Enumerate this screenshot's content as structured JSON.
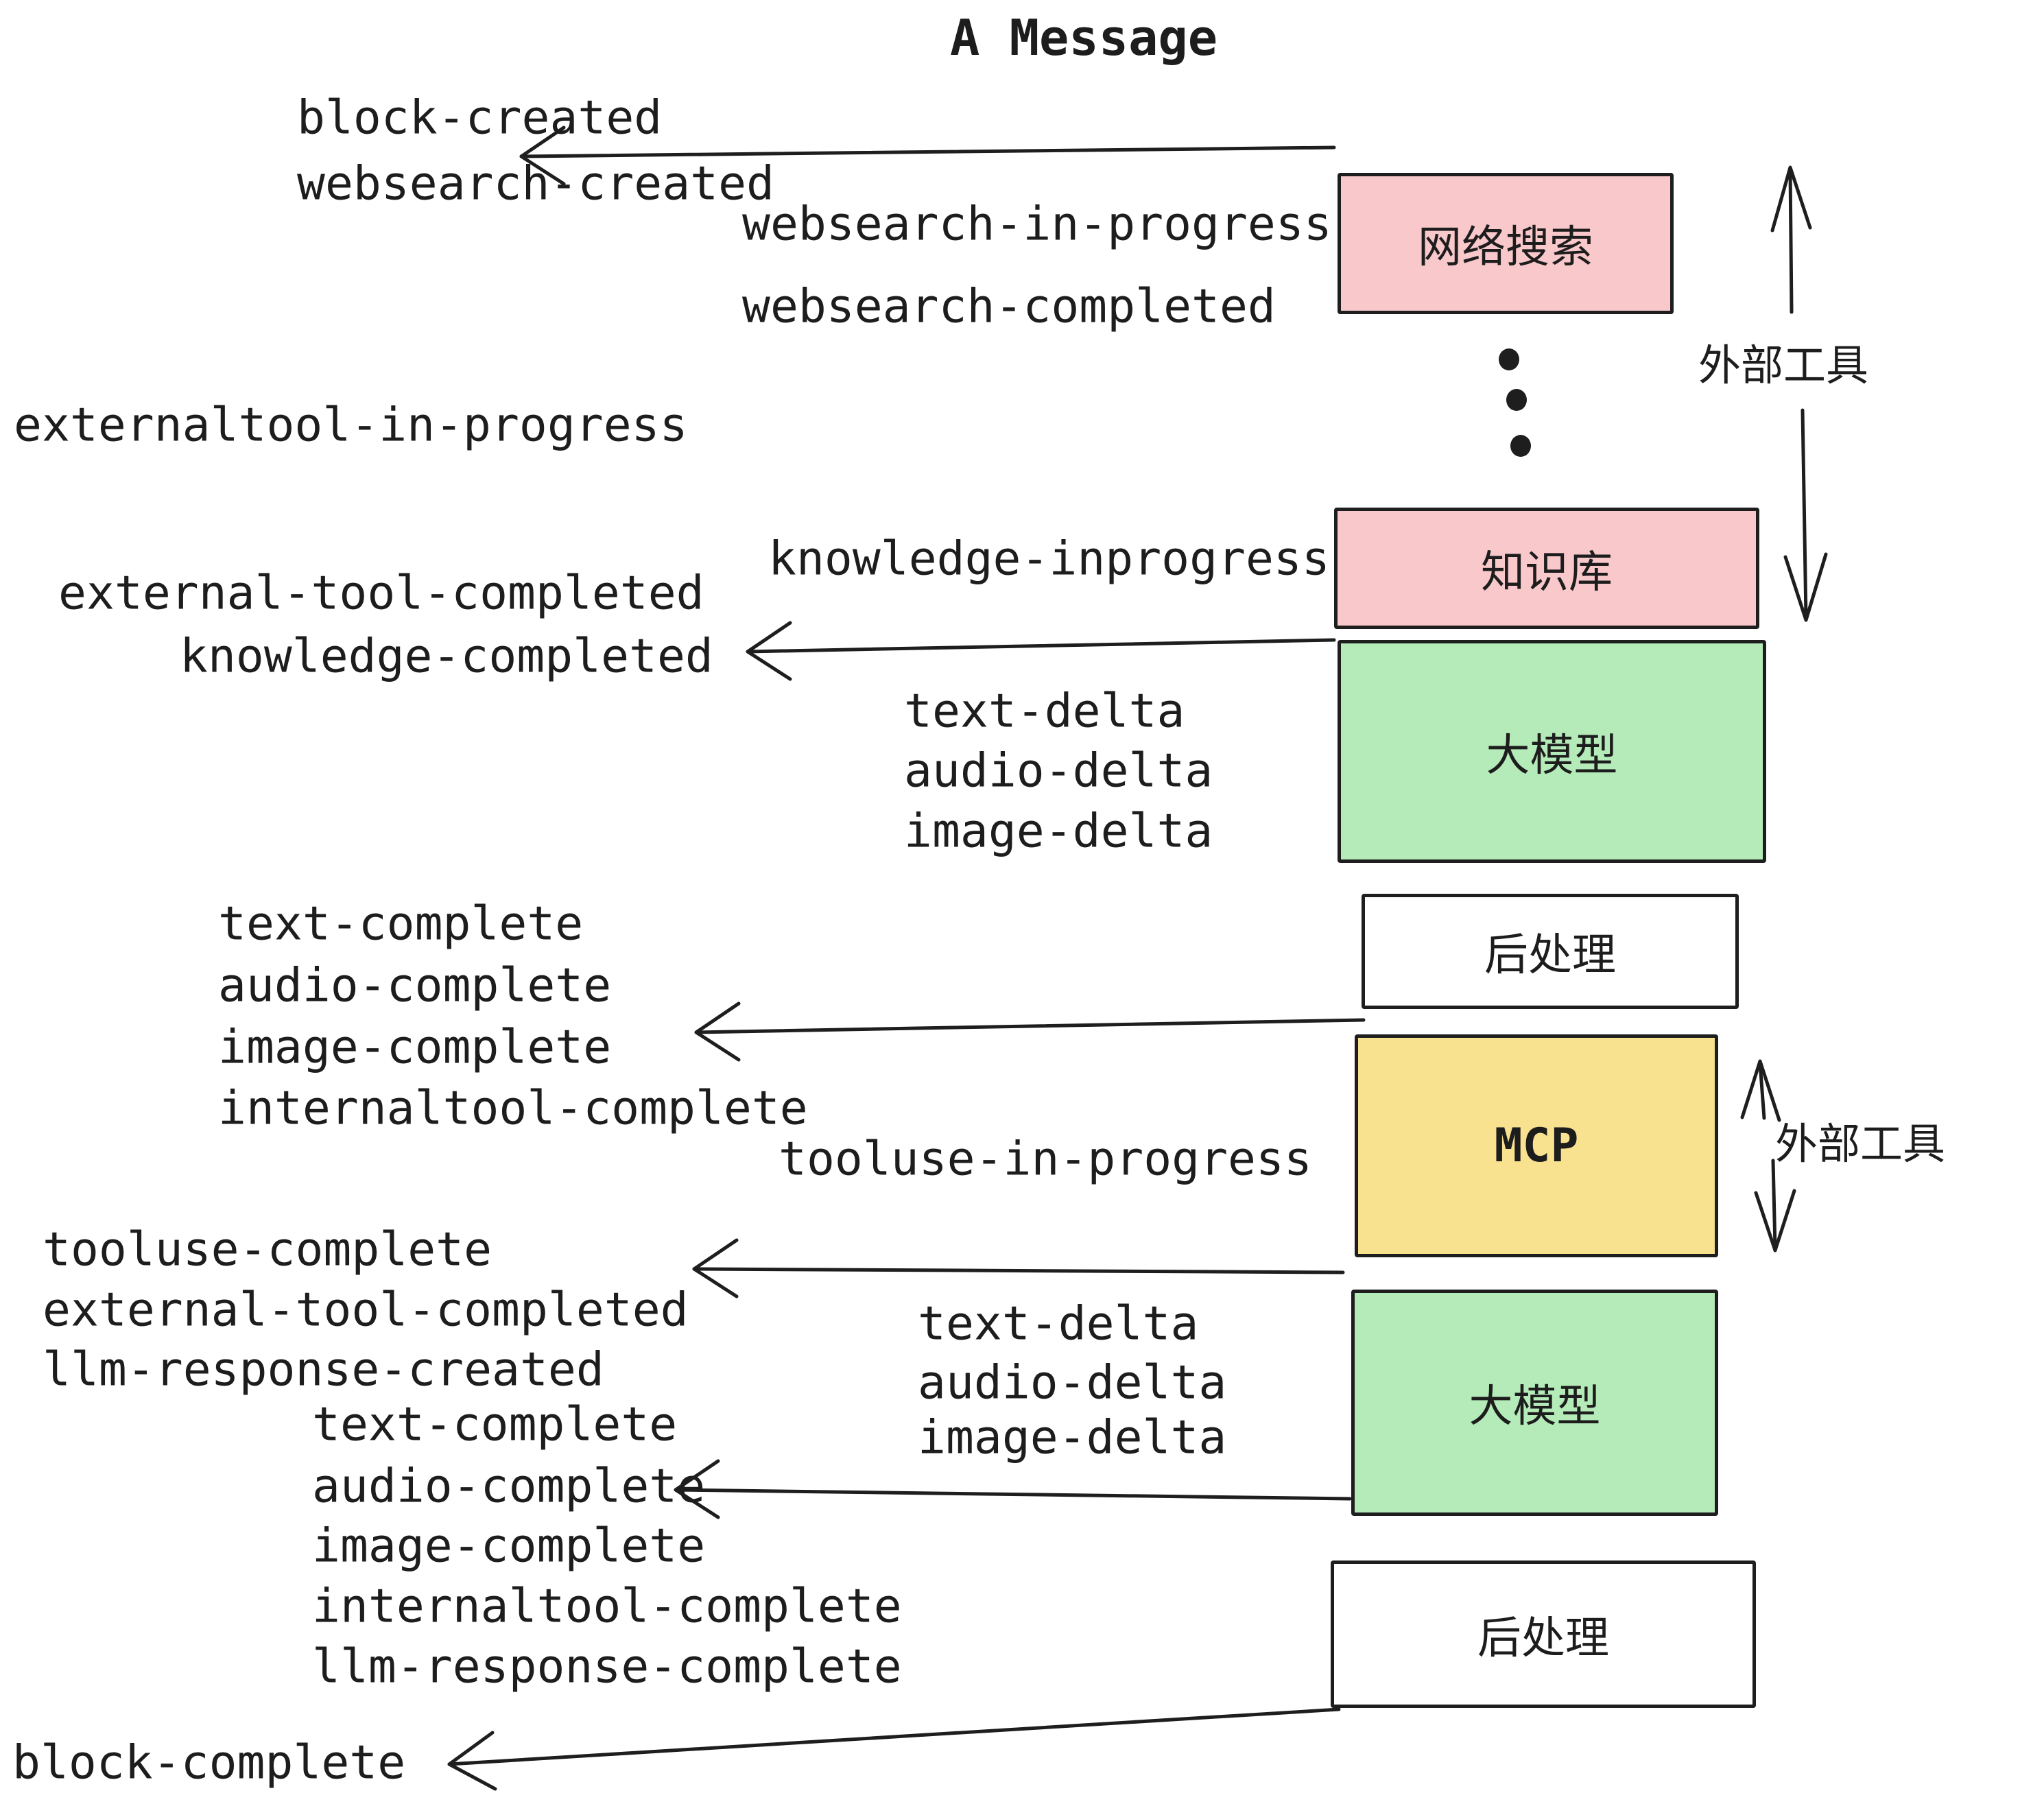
{
  "title": "A Message",
  "colors": {
    "ink": "#1e1e1e",
    "pink_box": "#f9c8cb",
    "green_box": "#b5eab9",
    "yellow_box": "#f8e18f",
    "white_box": "#ffffff"
  },
  "events": {
    "block_created": "block-created",
    "websearch_created": "websearch-created",
    "websearch_in_progress": "websearch-in-progress",
    "websearch_completed": "websearch-completed",
    "externaltool_in_progress": "externaltool-in-progress",
    "knowledge_inprogress": "knowledge-inprogress",
    "external_tool_completed": "external-tool-completed",
    "knowledge_completed": "knowledge-completed",
    "text_delta": "text-delta",
    "audio_delta": "audio-delta",
    "image_delta": "image-delta",
    "text_complete": "text-complete",
    "audio_complete": "audio-complete",
    "image_complete": "image-complete",
    "internaltool_complete": "internaltool-complete",
    "tooluse_in_progress": "tooluse-in-progress",
    "tooluse_complete": "tooluse-complete",
    "llm_response_created": "llm-response-created",
    "llm_response_complete": "llm-response-complete",
    "block_complete": "block-complete"
  },
  "boxes": {
    "websearch": "网络搜索",
    "knowledge": "知识库",
    "llm": "大模型",
    "postprocess": "后处理",
    "mcp": "MCP"
  },
  "annotations": {
    "external_tools": "外部工具"
  }
}
